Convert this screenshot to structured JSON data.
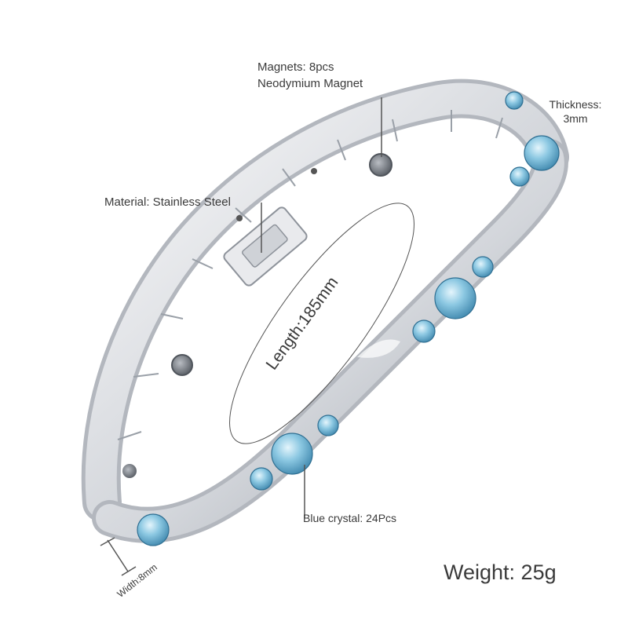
{
  "labels": {
    "magnets_line1": "Magnets: 8pcs",
    "magnets_line2": "Neodymium Magnet",
    "material": "Material: Stainless Steel",
    "thickness_line1": "Thickness:",
    "thickness_line2": "3mm",
    "length": "Length:185mm",
    "blue_crystal": "Blue crystal: 24Pcs",
    "width": "Width:8mm",
    "weight": "Weight: 25g"
  },
  "colors": {
    "background": "#ffffff",
    "steel_light": "#f4f5f7",
    "steel_mid": "#c9ccd2",
    "steel_dark": "#8e939b",
    "crystal_light": "#bfe3f2",
    "crystal_mid": "#7fbfdc",
    "crystal_dark": "#3f87ad",
    "magnet": "#6f747b",
    "callout_line": "#555555"
  }
}
